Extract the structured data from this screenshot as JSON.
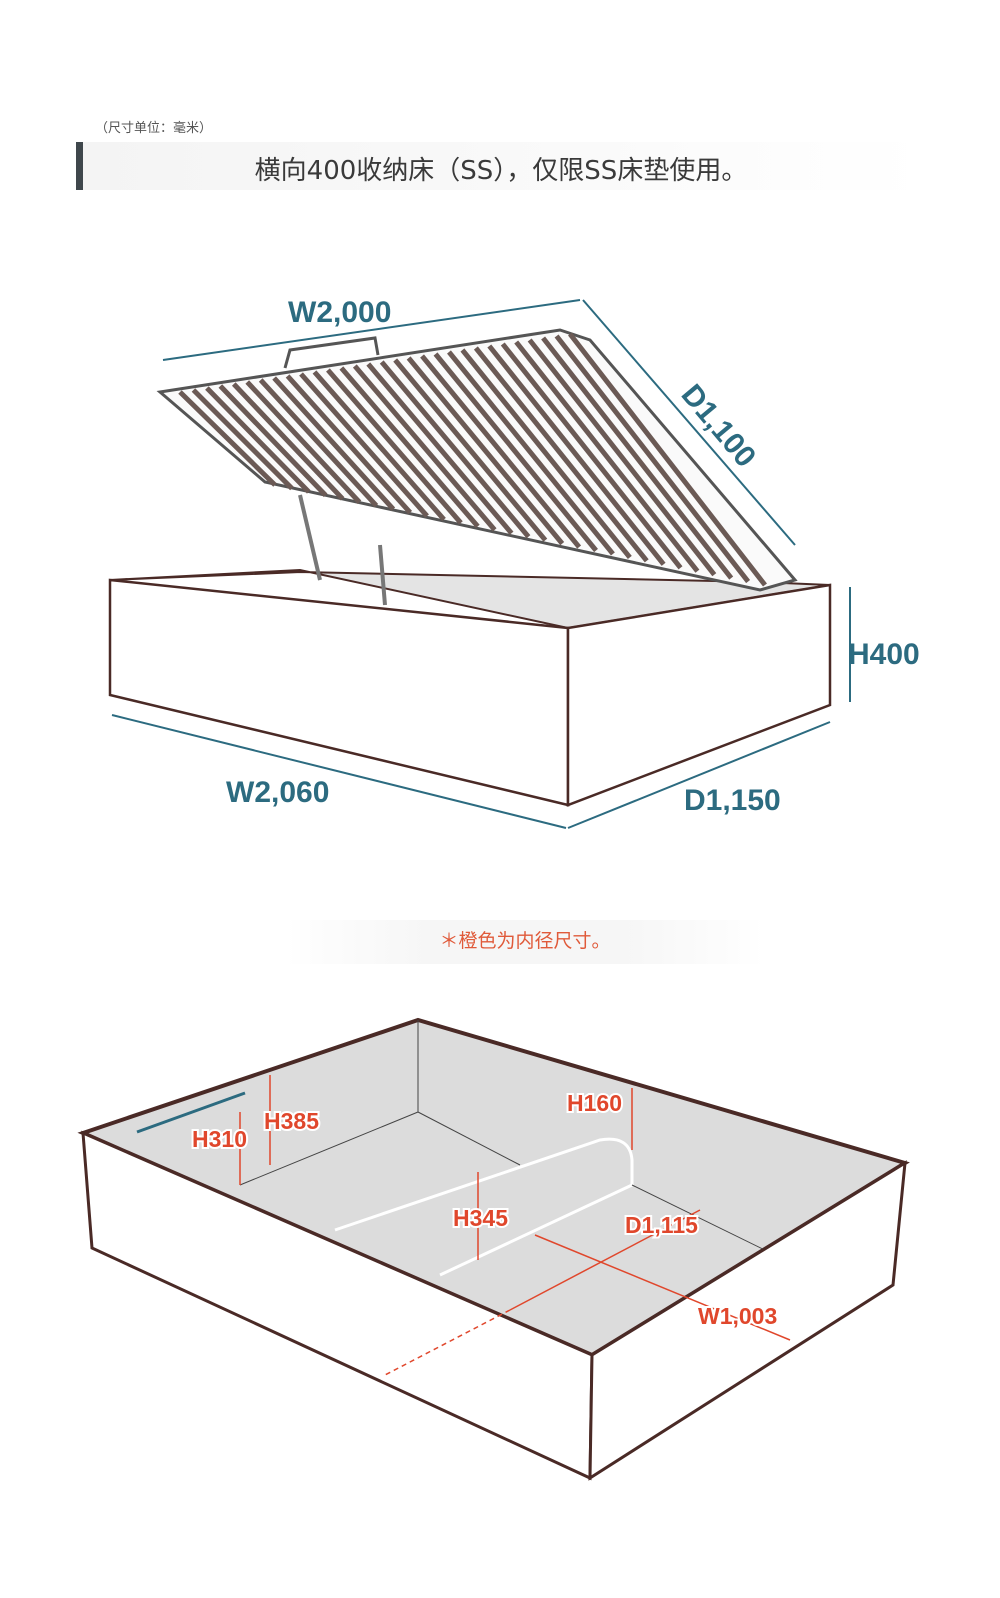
{
  "header": {
    "unit_note": "（尺寸单位：毫米）",
    "title": "横向400收纳床（SS），仅限SS床垫使用。"
  },
  "outer_dimensions": {
    "lid_width": "W2,000",
    "lid_depth": "D1,100",
    "height": "H400",
    "width": "W2,060",
    "depth": "D1,150"
  },
  "note": "＊橙色为内径尺寸。",
  "inner_dimensions": {
    "h310": "H310",
    "h385": "H385",
    "h160": "H160",
    "h345": "H345",
    "depth": "D1,115",
    "width": "W1,003"
  },
  "colors": {
    "outer_dim": "#2c6b80",
    "inner_dim": "#e0472c",
    "frame": "#4a2a26",
    "interior": "#dcdcdc"
  }
}
